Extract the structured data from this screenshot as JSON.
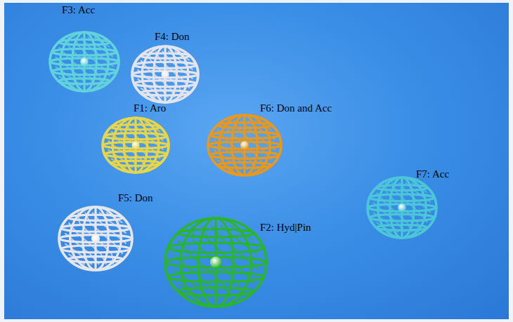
{
  "diagram": {
    "nodes": [
      {
        "text": [
          "F3: Acc"
        ]
      },
      {
        "text": [
          "F4: Don"
        ]
      },
      {
        "text": [
          "F1: Aro"
        ]
      },
      {
        "text": [
          "F6: Don and Acc"
        ]
      },
      {
        "text": [
          "F7: Acc"
        ]
      },
      {
        "text": [
          "F5: Don"
        ]
      },
      {
        "text": [
          "F2: Hyd|Pin"
        ]
      }
    ]
  }
}
